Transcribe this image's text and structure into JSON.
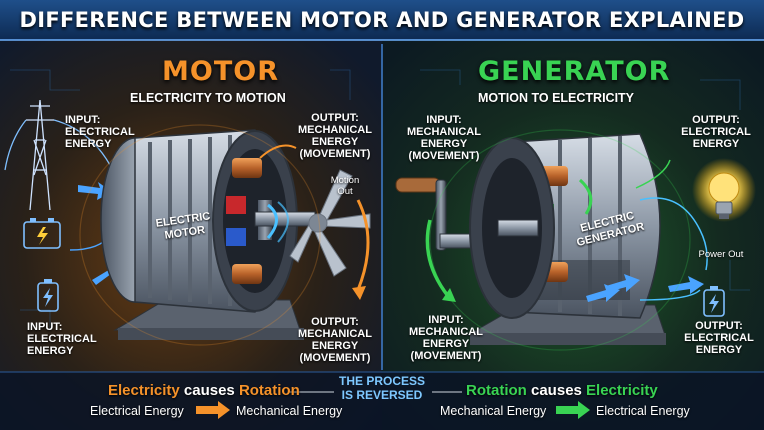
{
  "title": "DIFFERENCE BETWEEN MOTOR AND GENERATOR EXPLAINED",
  "colors": {
    "motor_accent": "#f5922a",
    "generator_accent": "#39d353",
    "center_text": "#7ec8ff",
    "background": "#0b1a30"
  },
  "motor": {
    "heading": "MOTOR",
    "subtitle": "ELECTRICITY TO MOTION",
    "input_top": "INPUT:\nELECTRICAL\nENERGY",
    "output_top": "OUTPUT:\nMECHANICAL\nENERGY\n(MOVEMENT)",
    "motion_out": "Motion\nOut",
    "body_label": "ELECTRIC\nMOTOR",
    "input_bottom": "INPUT:\nELECTRICAL\nENERGY",
    "output_bottom": "OUTPUT:\nMECHANICAL\nENERGY\n(MOVEMENT)",
    "icons": [
      "power-tower-icon",
      "battery-icon",
      "battery-charge-icon",
      "fan-icon"
    ]
  },
  "generator": {
    "heading": "GENERATOR",
    "subtitle": "MOTION TO ELECTRICITY",
    "input_top": "INPUT:\nMECHANICAL\nENERGY\n(MOVEMENT)",
    "output_top": "OUTPUT:\nELECTRICAL\nENERGY",
    "power_out": "Power Out",
    "body_label": "ELECTRIC\nGENERATOR",
    "input_bottom": "INPUT:\nMECHANICAL\nENERGY\n(MOVEMENT)",
    "output_bottom": "OUTPUT:\nELECTRICAL\nENERGY",
    "icons": [
      "hand-crank-icon",
      "light-bulb-icon",
      "battery-charge-icon"
    ]
  },
  "bottom": {
    "left_a": "Electricity",
    "left_b": "causes",
    "left_c": "Rotation",
    "left_flow_from": "Electrical Energy",
    "left_flow_to": "Mechanical Energy",
    "center": "THE PROCESS\nIS REVERSED",
    "right_a": "Rotation",
    "right_b": "causes",
    "right_c": "Electricity",
    "right_flow_from": "Mechanical Energy",
    "right_flow_to": "Electrical Energy"
  }
}
